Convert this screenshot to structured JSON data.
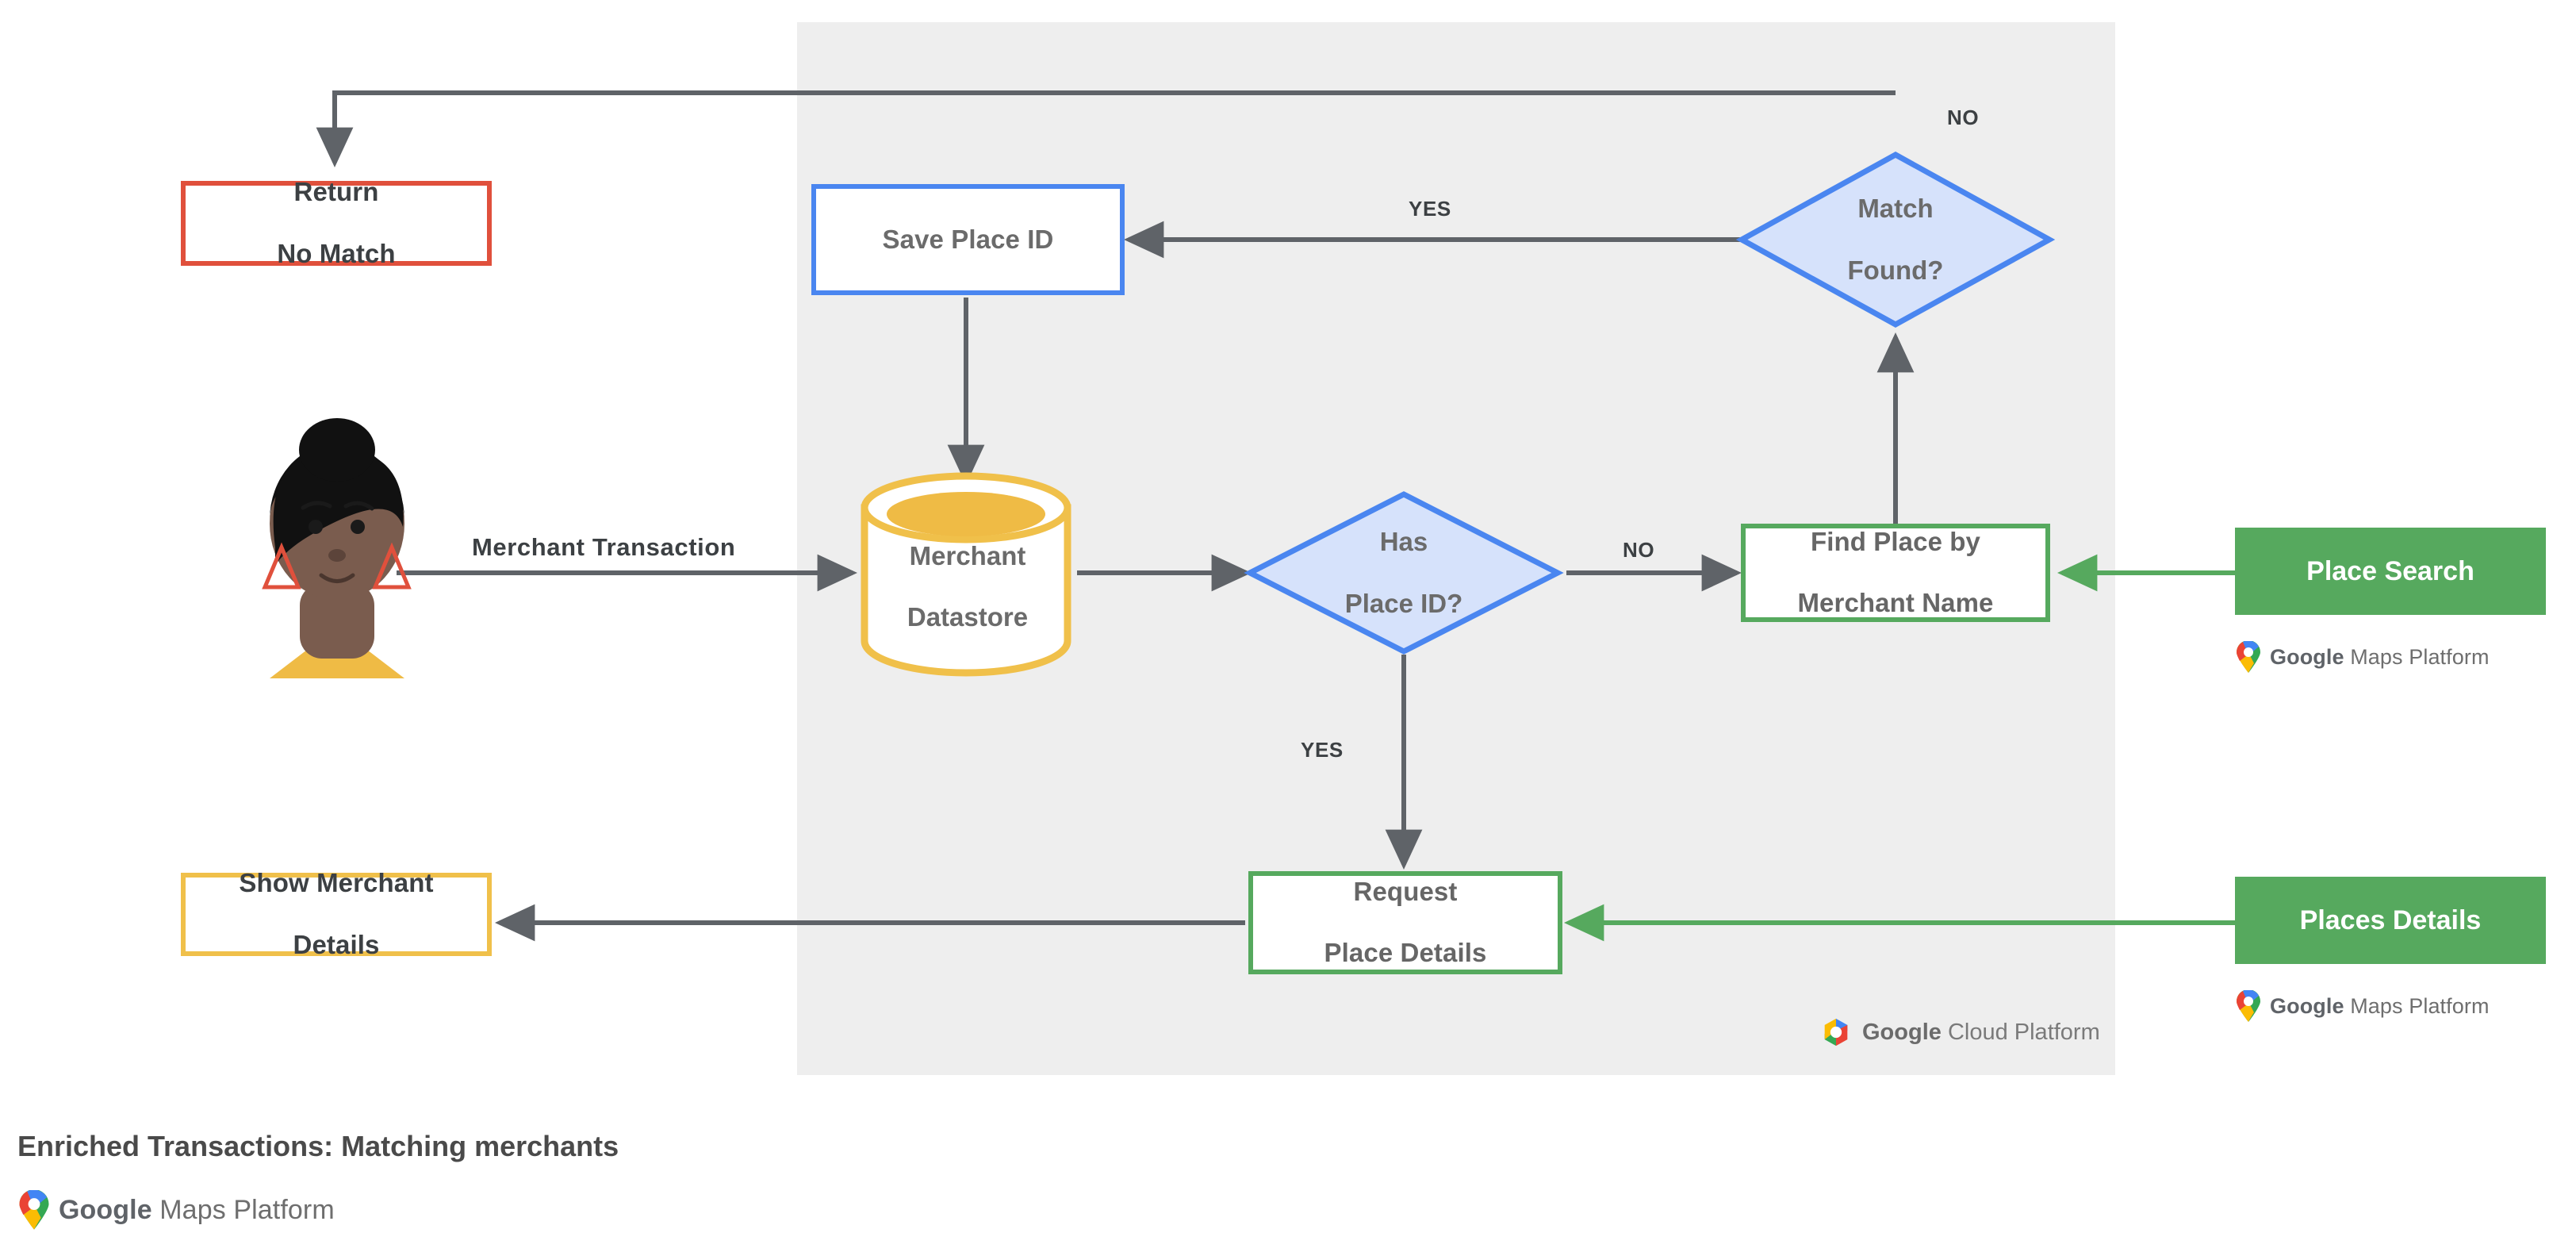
{
  "diagram": {
    "caption": "Enriched Transactions: Matching merchants",
    "panel_label": "Google Cloud Platform",
    "brand_google": "Google",
    "brand_maps": " Maps Platform",
    "brand_cloud": " Cloud Platform"
  },
  "nodes": {
    "return_no_match": "Return\nNo Match",
    "return_no_match_l1": "Return",
    "return_no_match_l2": "No Match",
    "save_place_id": "Save Place ID",
    "match_found_l1": "Match",
    "match_found_l2": "Found?",
    "merchant_datastore_l1": "Merchant",
    "merchant_datastore_l2": "Datastore",
    "has_place_id_l1": "Has",
    "has_place_id_l2": "Place ID?",
    "find_place_l1": "Find Place by",
    "find_place_l2": "Merchant Name",
    "place_search": "Place Search",
    "show_merchant_l1": "Show Merchant",
    "show_merchant_l2": "Details",
    "request_details_l1": "Request",
    "request_details_l2": "Place Details",
    "places_details": "Places Details"
  },
  "edge_labels": {
    "merchant_transaction": "Merchant Transaction",
    "no_top": "NO",
    "yes_match": "YES",
    "no_place": "NO",
    "yes_place": "YES"
  },
  "attributions": {
    "place_search": "Google Maps Platform",
    "places_details": "Google Maps Platform",
    "panel": "Google Cloud Platform",
    "footer": "Google Maps Platform"
  },
  "colors": {
    "panel_bg": "#EEEEEE",
    "red": "#E0503C",
    "blue": "#4A86F0",
    "blue_fill": "#D6E2FB",
    "green": "#56A95E",
    "yellow": "#F0C04A",
    "arrow": "#5F6368",
    "text": "#4a4a4a"
  }
}
